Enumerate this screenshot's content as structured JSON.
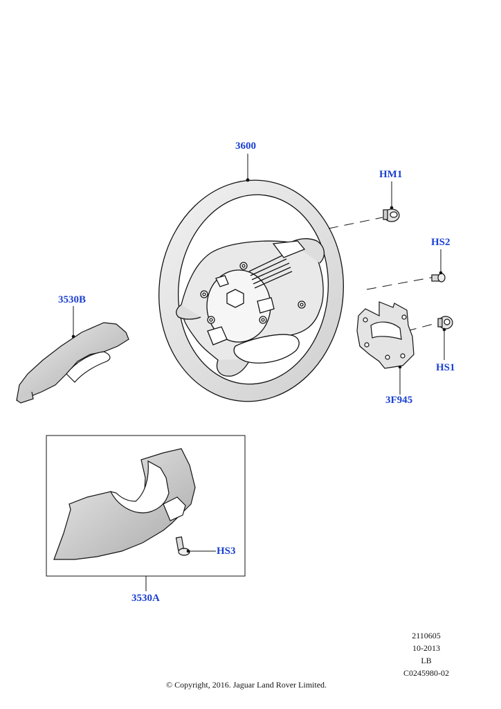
{
  "callouts": {
    "steering_wheel": "3600",
    "hm1": "HM1",
    "hs2": "HS2",
    "cover_upper": "3530B",
    "hs1": "HS1",
    "module": "3F945",
    "hs3": "HS3",
    "cover_lower": "3530A"
  },
  "footer": {
    "ref_code": "2110605",
    "date": "10-2013",
    "region": "LB",
    "image_code": "C0245980-02",
    "copyright": "© Copyright, 2016. Jaguar Land Rover Limited."
  },
  "colors": {
    "callout": "#1a3fd0",
    "line": "#111111"
  }
}
